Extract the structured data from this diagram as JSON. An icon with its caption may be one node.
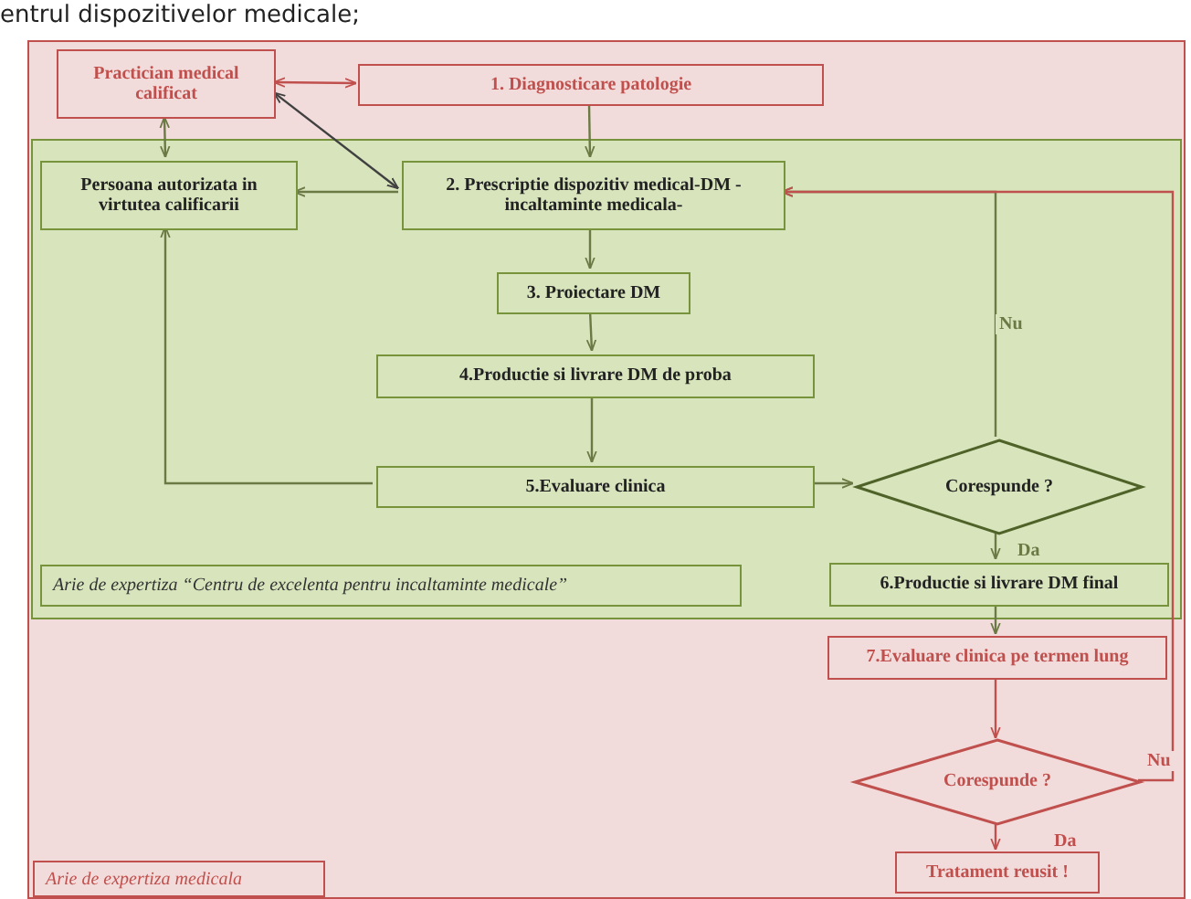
{
  "diagram": {
    "nodes": [
      {
        "text": [
          "Arie de expertiza medicala"
        ]
      },
      {
        "text": [
          "Arie de expertiza “Centru de excelenta pentru incaltaminte medicale”"
        ],
        "in": 0
      },
      {
        "text": [
          "Practician medical calificat"
        ],
        "in": 0
      },
      {
        "text": [
          "1. Diagnosticare patologie"
        ],
        "in": 0
      },
      {
        "text": [
          "Persoana autorizata in virtutea calificarii"
        ],
        "in": 1
      },
      {
        "text": [
          "2. Prescriptie dispozitiv medical-DM -incaltaminte medicala-"
        ],
        "in": 1
      },
      {
        "text": [
          "3. Proiectare DM"
        ],
        "in": 1
      },
      {
        "text": [
          "4.Productie si livrare DM de proba"
        ],
        "in": 1
      },
      {
        "text": [
          "5.Evaluare clinica"
        ],
        "in": 1
      },
      {
        "text": [
          "Corespunde ?"
        ],
        "in": 1
      },
      {
        "text": [
          "6.Productie si livrare DM final"
        ],
        "in": 1
      },
      {
        "text": [
          "7.Evaluare clinica pe termen lung"
        ],
        "in": 0
      },
      {
        "text": [
          "Corespunde ?"
        ],
        "in": 0
      },
      {
        "text": [
          "Tratament reusit !"
        ],
        "in": 0
      }
    ],
    "edges": [
      {
        "from": 2,
        "to": 3,
        "arrow": "both",
        "color": "#c0504d"
      },
      {
        "from": 2,
        "to": 5,
        "arrow": "both",
        "color": "#404040"
      },
      {
        "from": 2,
        "to": 4,
        "arrow": "both"
      },
      {
        "from": 5,
        "to": 4,
        "arrow": "to"
      },
      {
        "from": 3,
        "to": 5,
        "arrow": "to"
      },
      {
        "from": 5,
        "to": 6,
        "arrow": "to"
      },
      {
        "from": 6,
        "to": 7,
        "arrow": "to"
      },
      {
        "from": 7,
        "to": 8,
        "arrow": "to"
      },
      {
        "from": 8,
        "to": 4,
        "arrow": "to"
      },
      {
        "from": 8,
        "to": 9,
        "arrow": "to"
      },
      {
        "from": 9,
        "to": 5,
        "arrow": "to",
        "label": "Nu"
      },
      {
        "from": 9,
        "to": 10,
        "arrow": "to",
        "label": "Da"
      },
      {
        "from": 10,
        "to": 11,
        "arrow": "to"
      },
      {
        "from": 11,
        "to": 12,
        "arrow": "to",
        "color": "#c0504d"
      },
      {
        "from": 12,
        "to": 13,
        "arrow": "to",
        "label": "Da",
        "color": "#c0504d"
      },
      {
        "from": 12,
        "to": 5,
        "arrow": "to",
        "label": "Nu",
        "color": "#c0504d"
      }
    ],
    "labels": [
      "entrul dispozitivelor medicale;"
    ]
  }
}
